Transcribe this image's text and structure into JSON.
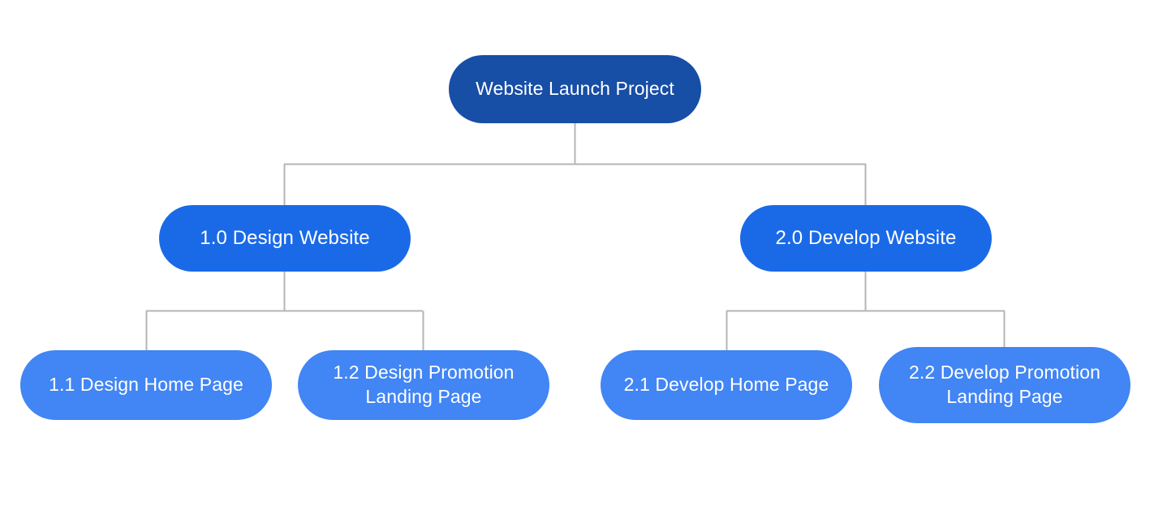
{
  "diagram": {
    "type": "work-breakdown-structure",
    "orientation": "top-down",
    "background_color": "#ffffff",
    "connector_color": "#b5b5b5",
    "connector_width": 2,
    "text_color": "#ffffff",
    "levels": [
      {
        "index": 0,
        "fill": "#174ea6"
      },
      {
        "index": 1,
        "fill": "#1a6ae8"
      },
      {
        "index": 2,
        "fill": "#4285f4"
      }
    ],
    "nodes": {
      "root": {
        "label": "Website Launch Project",
        "level": 0
      },
      "n1_0": {
        "label": "1.0 Design Website",
        "level": 1
      },
      "n2_0": {
        "label": "2.0 Develop Website",
        "level": 1
      },
      "n1_1": {
        "label": "1.1 Design Home Page",
        "level": 2
      },
      "n1_2": {
        "label": "1.2 Design Promotion Landing Page",
        "level": 2
      },
      "n2_1": {
        "label": "2.1 Develop Home Page",
        "level": 2
      },
      "n2_2": {
        "label": "2.2 Develop Promotion Landing Page",
        "level": 2
      }
    },
    "edges": [
      {
        "from": "root",
        "to": "n1_0"
      },
      {
        "from": "root",
        "to": "n2_0"
      },
      {
        "from": "n1_0",
        "to": "n1_1"
      },
      {
        "from": "n1_0",
        "to": "n1_2"
      },
      {
        "from": "n2_0",
        "to": "n2_1"
      },
      {
        "from": "n2_0",
        "to": "n2_2"
      }
    ]
  }
}
